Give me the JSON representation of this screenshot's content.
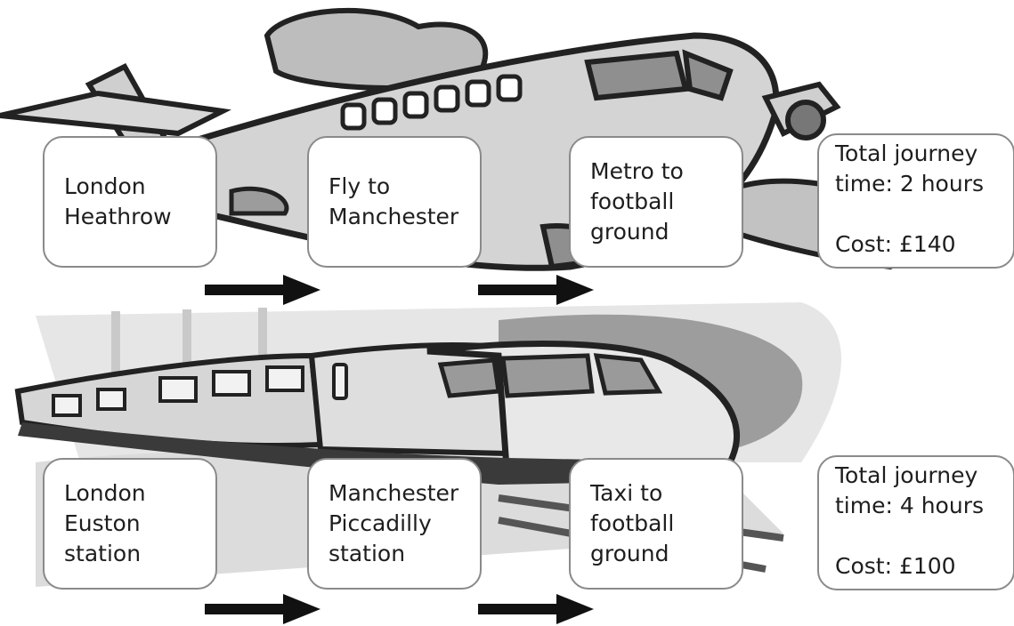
{
  "routes": [
    {
      "name": "plane",
      "steps": [
        "London\nHeathrow",
        "Fly to\nManchester",
        "Metro to\nfootball\nground"
      ],
      "time_line1": "Total journey",
      "time_line2": "time: 2 hours",
      "cost": "Cost: £140"
    },
    {
      "name": "train",
      "steps": [
        "London\nEuston\nstation",
        "Manchester\nPiccadilly\nstation",
        "Taxi to\nfootball\nground"
      ],
      "time_line1": "Total journey",
      "time_line2": "time: 4 hours",
      "cost": "Cost: £100"
    }
  ],
  "colors": {
    "box_border": "#8a8a8a",
    "arrow": "#111111",
    "illustration_dark": "#555555",
    "illustration_mid": "#a6a6a6",
    "illustration_light": "#d9d9d9"
  },
  "icons": [
    "airplane-illustration",
    "train-illustration",
    "right-arrow-icon"
  ]
}
